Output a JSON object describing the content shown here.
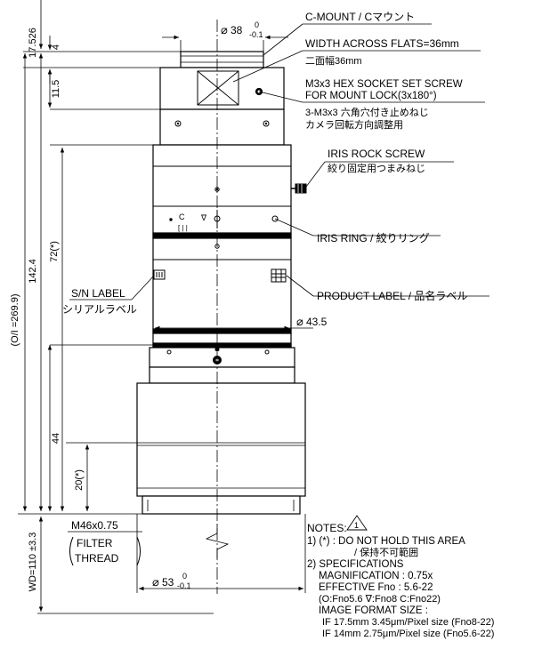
{
  "dims": {
    "d17": "17.526",
    "d4": "4",
    "d11": "11.5",
    "d142": "142.4",
    "d72": "72(*)",
    "d44": "44",
    "d20": "20(*)",
    "d269": "(O/I =269.9)",
    "dwd": "WD=110 ±3.3",
    "d38": "38",
    "d38tolTop": "0",
    "d38tolBot": "-0.1",
    "d43": "43.5",
    "d53": "53",
    "d53tolTop": "0",
    "d53tolBot": "-0.1",
    "diaSymbol": "⌀"
  },
  "labels": {
    "cmount": "C-MOUNT / Cマウント",
    "width1": "WIDTH ACROSS FLATS=36mm",
    "width2": "二面幅36mm",
    "hex1": "M3x3 HEX SOCKET SET SCREW",
    "hex2": "FOR MOUNT LOCK(3x180°)",
    "hex3": "3-M3x3 六角穴付き止めねじ",
    "hex4": "カメラ回転方向調整用",
    "iris1": "IRIS ROCK SCREW",
    "iris2": "絞り固定用つまみねじ",
    "irisRing": "IRIS RING / 絞りリング",
    "product": "PRODUCT LABEL / 品名ラベル",
    "sn1": "S/N LABEL",
    "sn2": "シリアルラベル",
    "filter1": "M46x0.75",
    "filter2": "FILTER",
    "filter3": "THREAD",
    "irisMarks": "C",
    "irisTicks": "[ | |",
    "irisV": "∇"
  },
  "notes": {
    "title": "NOTES:",
    "noteNum": "1",
    "lines": [
      "1) (*) : DO NOT HOLD THIS AREA",
      "/ 保持不可範囲",
      "2) SPECIFICATIONS",
      "MAGNIFICATION : 0.75x",
      "EFFECTIVE Fno : 5.6-22",
      "(O:Fno5.6  ∇:Fno8  C:Fno22)",
      "IMAGE FORMAT SIZE :",
      "IF 17.5mm 3.45μm/Pixel size (Fno8-22)",
      "IF 14mm 2.75μm/Pixel size (Fno5.6-22)"
    ]
  }
}
